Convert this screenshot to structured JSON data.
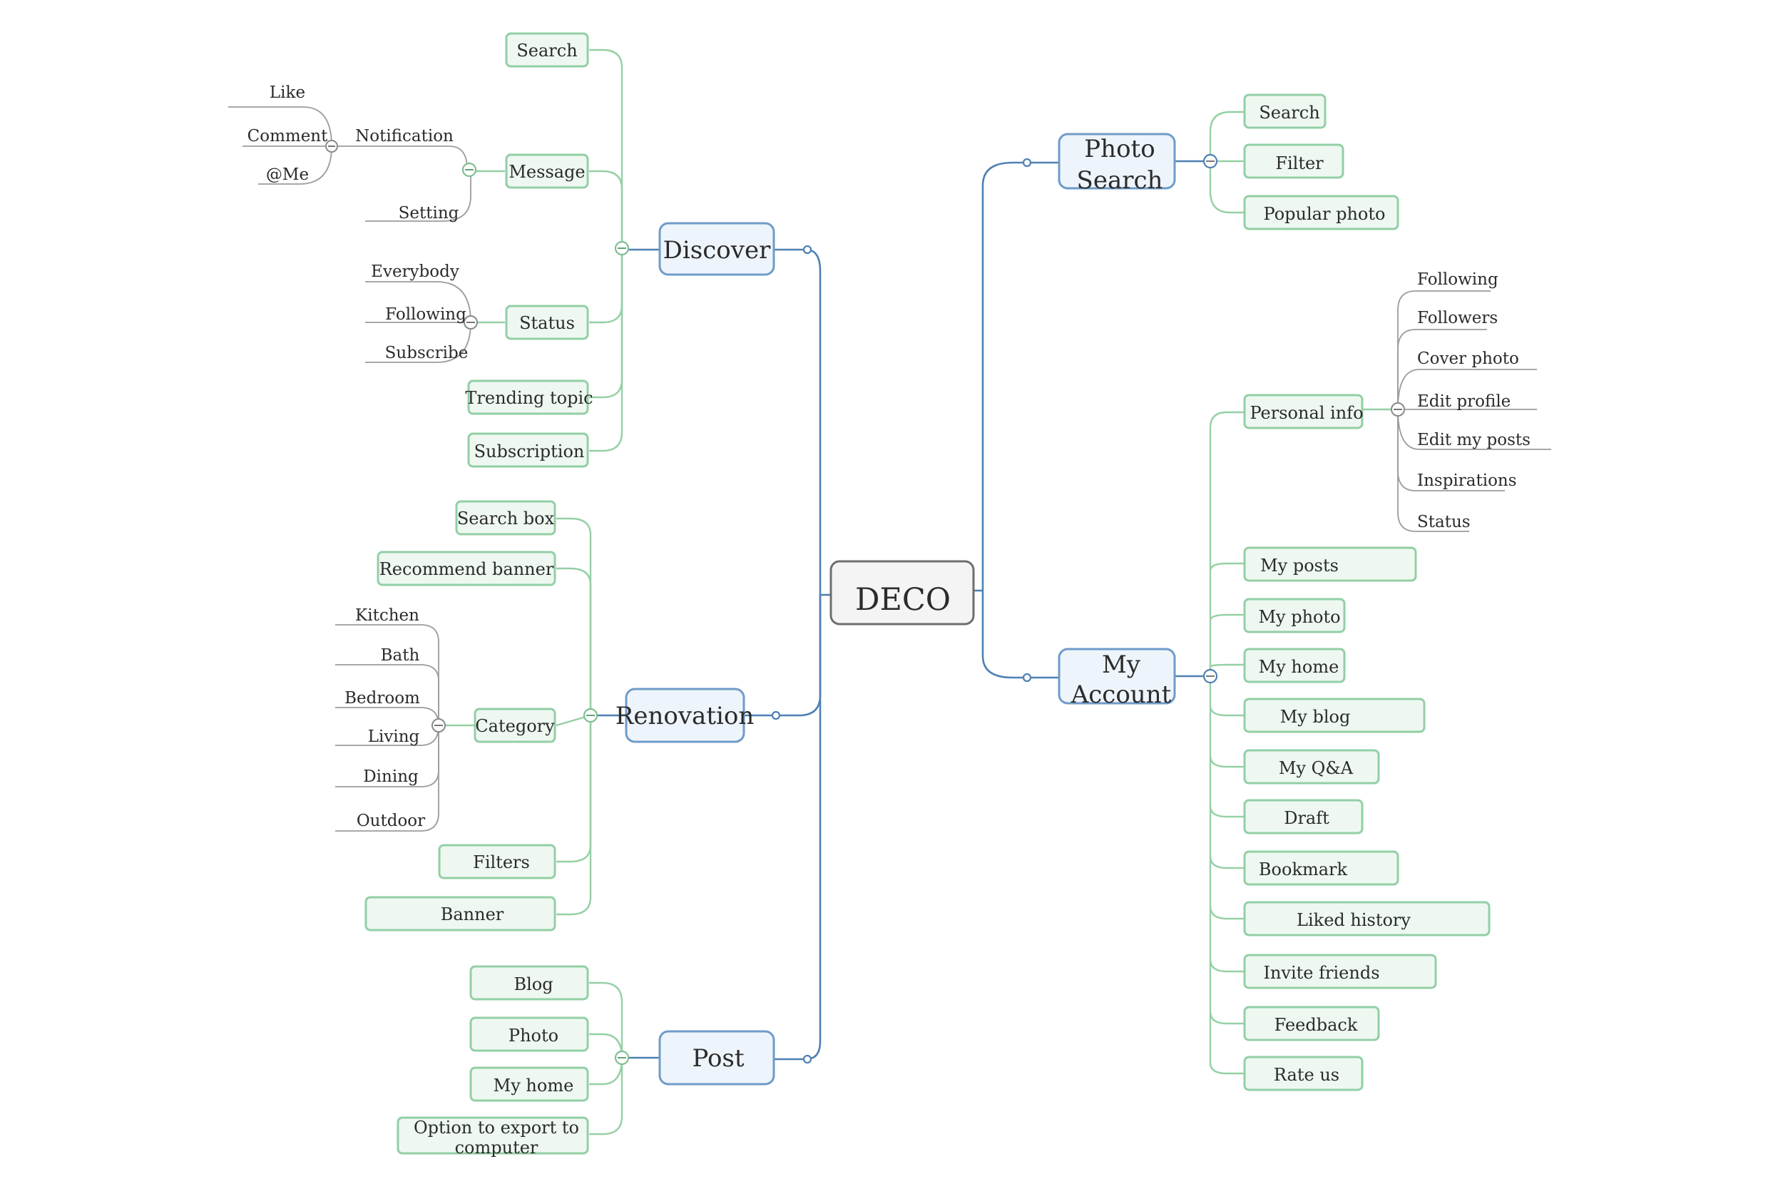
{
  "root": "DECO",
  "discover": {
    "label": "Discover",
    "search": "Search",
    "message": {
      "label": "Message",
      "notification": {
        "label": "Notification",
        "like": "Like",
        "comment": "Comment",
        "me": "@Me"
      },
      "setting": "Setting"
    },
    "status": {
      "label": "Status",
      "everybody": "Everybody",
      "following": "Following",
      "subscribe": "Subscribe"
    },
    "trending": "Trending topic",
    "subscription": "Subscription"
  },
  "renovation": {
    "label": "Renovation",
    "search_box": "Search box",
    "recommend_banner": "Recommend banner",
    "category": {
      "label": "Category",
      "kitchen": "Kitchen",
      "bath": "Bath",
      "bedroom": "Bedroom",
      "living": "Living",
      "dining": "Dining",
      "outdoor": "Outdoor"
    },
    "filters": "Filters",
    "banner": "Banner"
  },
  "post": {
    "label": "Post",
    "blog": "Blog",
    "photo": "Photo",
    "my_home": "My home",
    "export_line1": "Option to export to",
    "export_line2": "computer"
  },
  "photo_search": {
    "label_line1": "Photo",
    "label_line2": "Search",
    "search": "Search",
    "filter": "Filter",
    "popular": "Popular photo"
  },
  "my_account": {
    "label_line1": "My",
    "label_line2": "Account",
    "personal_info": {
      "label": "Personal info",
      "following": "Following",
      "followers": "Followers",
      "cover_photo": "Cover photo",
      "edit_profile": "Edit profile",
      "edit_posts": "Edit my posts",
      "inspirations": "Inspirations",
      "status": "Status"
    },
    "my_posts": "My posts",
    "my_photo": "My photo",
    "my_home": "My home",
    "my_blog": "My blog",
    "my_qa": "My Q&A",
    "draft": "Draft",
    "bookmark": "Bookmark",
    "liked_history": "Liked history",
    "invite_friends": "Invite friends",
    "feedback": "Feedback",
    "rate_us": "Rate us"
  }
}
